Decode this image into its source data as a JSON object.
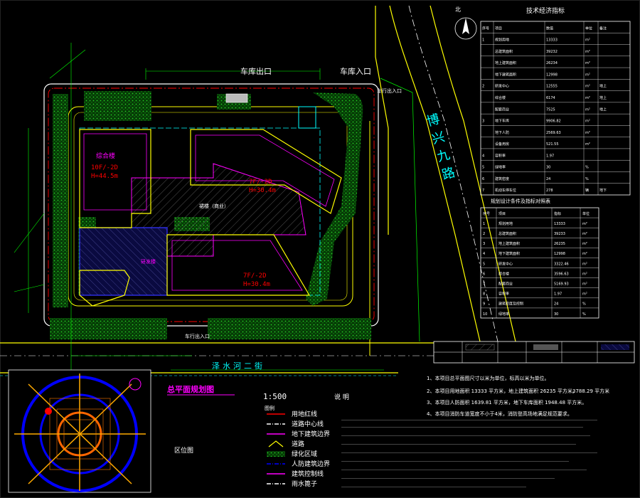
{
  "colors": {
    "background": "#000000",
    "site_boundary": "#ffffff",
    "road_line": "#ffff00",
    "green_area": "#00aa00",
    "building": "#ff00ff",
    "civil_defense": "#0000ff",
    "red_line": "#ff0000",
    "dim_text": "#00ff00",
    "cyan": "#00ffff"
  },
  "site": {
    "garage_exit": "车库出口",
    "garage_entrance": "车库入口",
    "road_east": "博兴九路",
    "road_south": "泽水河二街",
    "gate_label": "车行出入口",
    "building_a_name": "综合楼",
    "building_a_floors": "10F/-2D",
    "building_a_height": "H=44.5m",
    "building_b_floors": "7F/-2D",
    "building_b_height": "H=30.4m",
    "building_c_floors": "7F/-2D",
    "building_c_height": "H=30.4m",
    "podium": "裙楼（商业）",
    "south_building": "研发楼",
    "north_label": "北"
  },
  "title_block": {
    "title": "总平面规划图",
    "scale": "1:500",
    "location_label": "区位图",
    "legend_title": "图例",
    "notes_title": "说 明"
  },
  "legend": [
    {
      "label": "用地红线",
      "color": "#ff0000"
    },
    {
      "label": "道路中心线",
      "color": "#ffffff"
    },
    {
      "label": "地下建筑边界",
      "color": "#ff00ff"
    },
    {
      "label": "道路",
      "color": "#ffff00"
    },
    {
      "label": "绿化区域",
      "color": "#00aa00"
    },
    {
      "label": "人防建筑边界",
      "color": "#0000ff"
    },
    {
      "label": "建筑控制线",
      "color": "#ff00ff"
    },
    {
      "label": "雨水篦子",
      "color": "#ffffff"
    }
  ],
  "tables": {
    "main_title": "技术经济指标",
    "main_headers": [
      "序号",
      "项目",
      "数值",
      "单位",
      "备注"
    ],
    "main_rows": [
      [
        "1",
        "规划用地",
        "13333",
        "m²",
        ""
      ],
      [
        "",
        "总建筑面积",
        "39232",
        "m²",
        ""
      ],
      [
        "",
        "地上建筑面积",
        "26234",
        "m²",
        ""
      ],
      [
        "",
        "地下建筑面积",
        "12998",
        "m²",
        ""
      ],
      [
        "2",
        "研发中心",
        "12555",
        "m²",
        "地上"
      ],
      [
        "",
        "综合楼",
        "6174",
        "m²",
        "地上"
      ],
      [
        "",
        "配套商业",
        "7525",
        "m²",
        "地上"
      ],
      [
        "3",
        "地下车库",
        "9906.82",
        "m²",
        ""
      ],
      [
        "",
        "地下人防",
        "2569.63",
        "m²",
        ""
      ],
      [
        "",
        "设备用房",
        "521.55",
        "m²",
        ""
      ],
      [
        "4",
        "容积率",
        "1.97",
        "",
        ""
      ],
      [
        "5",
        "绿地率",
        "30",
        "%",
        ""
      ],
      [
        "6",
        "建筑密度",
        "24",
        "%",
        ""
      ],
      [
        "7",
        "机动车停车位",
        "278",
        "辆",
        "地下"
      ]
    ],
    "second_title": "规划设计条件及指标对照表",
    "second_headers": [
      "序号",
      "项目",
      "指标",
      "单位"
    ],
    "second_rows": [
      [
        "1",
        "规划用地",
        "13333",
        "m²"
      ],
      [
        "2",
        "总建筑面积",
        "39233",
        "m²"
      ],
      [
        "3",
        "地上建筑面积",
        "26235",
        "m²"
      ],
      [
        "4",
        "地下建筑面积",
        "12998",
        "m²"
      ],
      [
        "5",
        "研发中心",
        "3322.46",
        "m²"
      ],
      [
        "6",
        "综合楼",
        "3596.63",
        "m²"
      ],
      [
        "7",
        "配套商业",
        "5169.93",
        "m²"
      ],
      [
        "8",
        "容积率",
        "1.97",
        "m²"
      ],
      [
        "9",
        "建筑密度及控制",
        "24",
        "%"
      ],
      [
        "10",
        "绿地率",
        "30",
        "%"
      ]
    ]
  },
  "notes": {
    "general": "1、本项目总平面图尺寸以米为单位，标高以米为单位。",
    "n2": "2、本项目用地面积 13333 平方米，地上建筑面积 26235 平方米。",
    "area_value": "3788.29 平方米",
    "n3": "3、本项目人防面积 1639.81 平方米，地下车库面积 1948.48 平方米。",
    "n4": "4、本项目消防车道宽度不小于4米，消防登高场地满足规范要求。"
  }
}
